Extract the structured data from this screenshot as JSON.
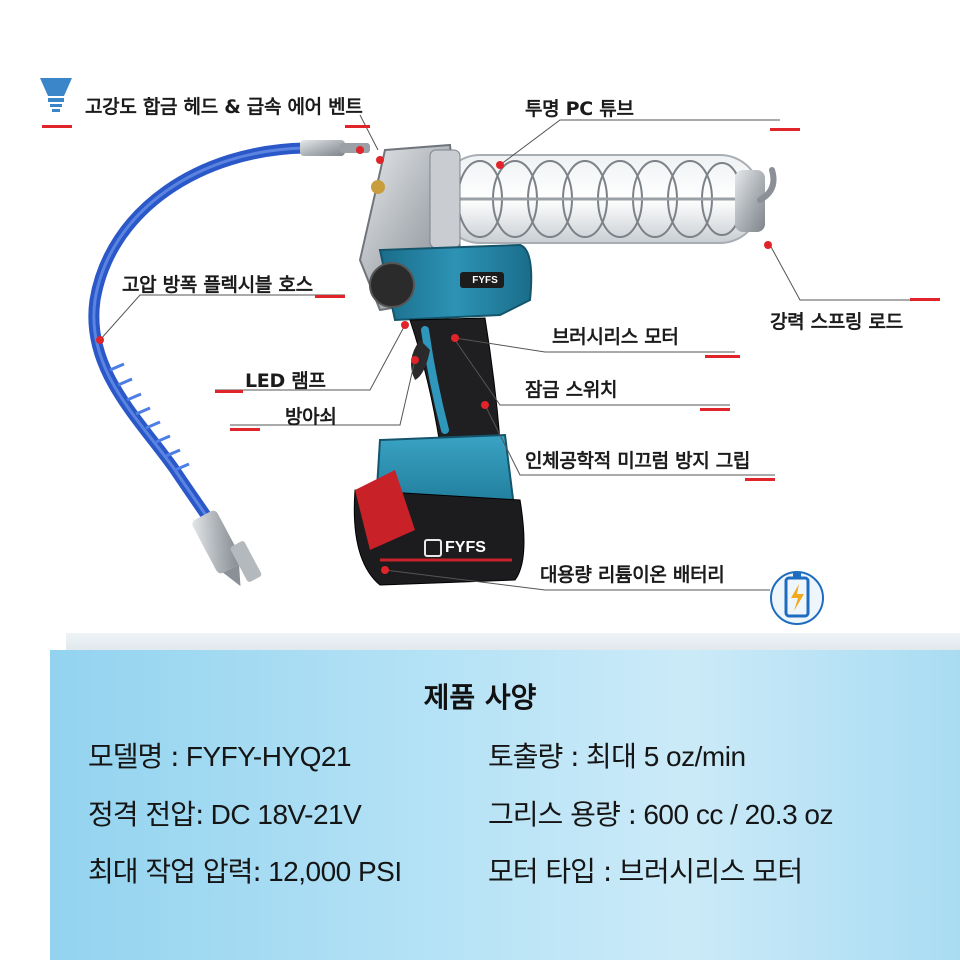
{
  "callouts": {
    "head": "고강도 합금 헤드 & 급속 에어 벤트",
    "tube": "투명 PC 튜브",
    "hose": "고압 방폭 플렉시블 호스",
    "rod": "강력 스프링 로드",
    "motor": "브러시리스 모터",
    "led": "LED 램프",
    "lock": "잠금 스위치",
    "trigger": "방아쇠",
    "grip": "인체공학적 미끄럼 방지 그립",
    "battery": "대용량 리튬이온 배터리"
  },
  "brand": {
    "tool_badge": "FYFS",
    "battery_badge": "FYFS"
  },
  "colors": {
    "accent_red": "#e0242a",
    "tool_teal": "#1e7fa0",
    "battery_black": "#1c1c1e",
    "battery_teal": "#2a8bab",
    "hose_blue": "#2f63d8",
    "panel_blue": "#9fd8f1"
  },
  "icons": {
    "bulb": "lightbulb-icon",
    "battery": "battery-charging-icon"
  },
  "specs": {
    "title": "제품 사양",
    "rows": [
      {
        "label": "모델명 :",
        "value": " FYFY-HYQ21"
      },
      {
        "label": "토출량 :",
        "value": " 최대 5 oz/min"
      },
      {
        "label": "정격 전압:",
        "value": " DC 18V-21V"
      },
      {
        "label": "그리스 용량 :",
        "value": " 600 cc / 20.3 oz"
      },
      {
        "label": "최대 작업 압력:",
        "value": " 12,000 PSI"
      },
      {
        "label": "모터 타입 :",
        "value": " 브러시리스 모터"
      }
    ]
  }
}
